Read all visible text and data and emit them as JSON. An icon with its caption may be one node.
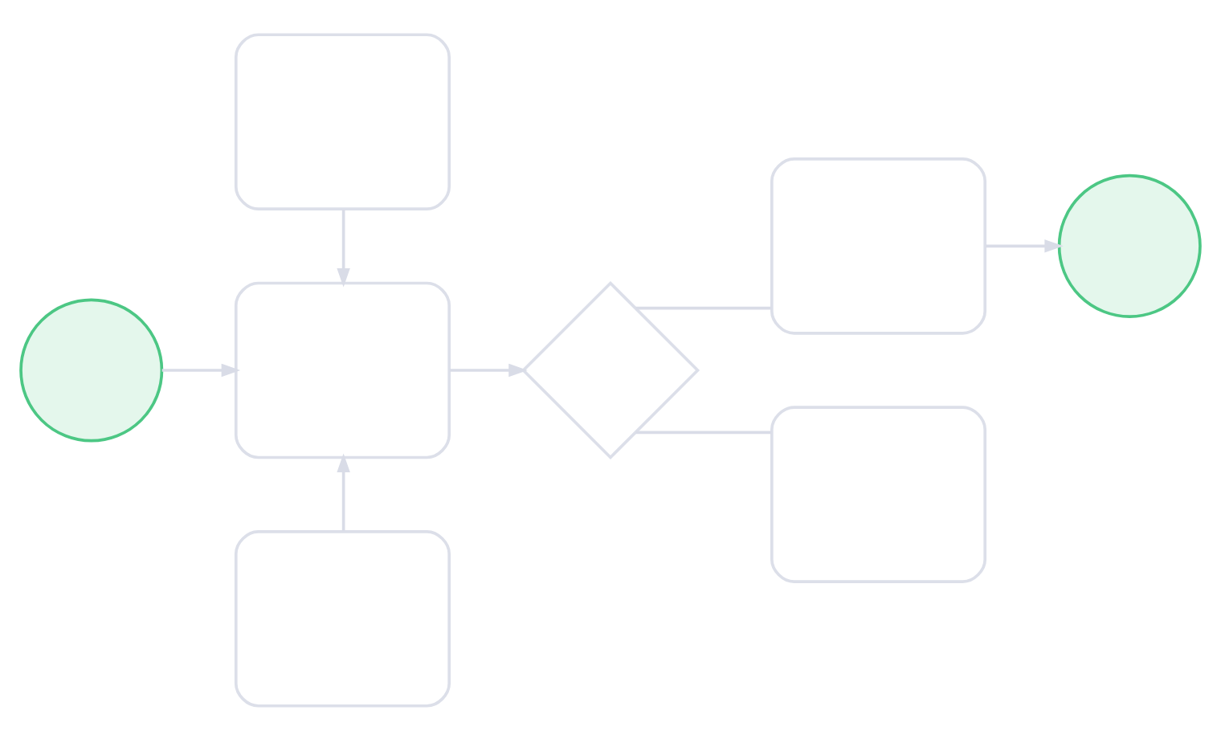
{
  "diagram": {
    "nodes": [
      {
        "text": [],
        "shape": "circle"
      },
      {
        "text": [],
        "shape": "box"
      },
      {
        "text": [],
        "shape": "box"
      },
      {
        "text": [],
        "shape": "box"
      },
      {
        "text": [],
        "shape": "diamond"
      },
      {
        "text": [],
        "shape": "box"
      },
      {
        "text": [],
        "shape": "box"
      },
      {
        "text": [],
        "shape": "circle"
      }
    ],
    "edges": [
      {
        "from": 0,
        "to": 2,
        "arrow": "to"
      },
      {
        "from": 1,
        "to": 2,
        "arrow": "to"
      },
      {
        "from": 3,
        "to": 2,
        "arrow": "to"
      },
      {
        "from": 2,
        "to": 4,
        "arrow": "to"
      },
      {
        "from": 4,
        "to": 5,
        "arrow": "none"
      },
      {
        "from": 4,
        "to": 6,
        "arrow": "none"
      },
      {
        "from": 5,
        "to": 7,
        "arrow": "to"
      }
    ]
  }
}
